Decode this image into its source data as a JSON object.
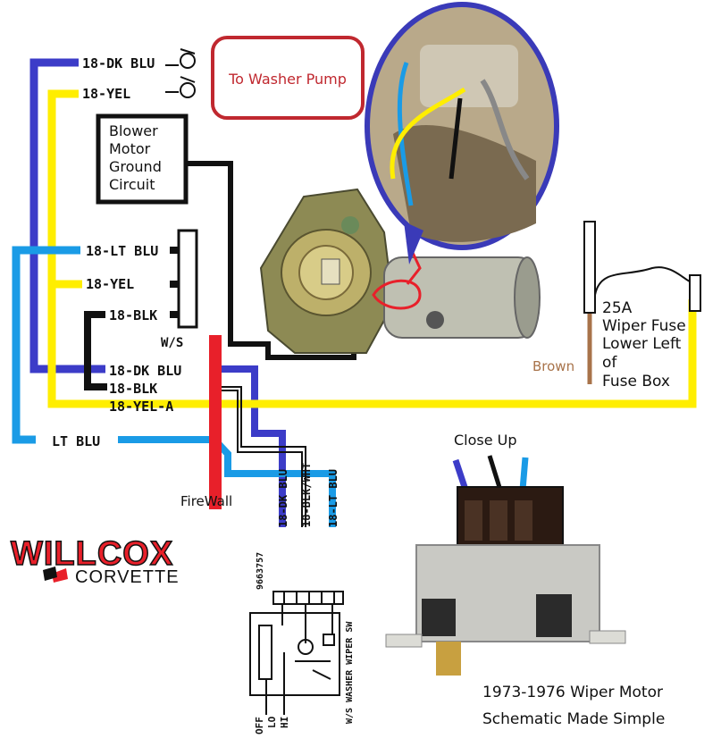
{
  "wires": {
    "top_dk_blu": "18-DK BLU",
    "top_yel": "18-YEL",
    "lt_blu": "18-LT BLU",
    "yel_mid": "18-YEL",
    "blk_mid": "18-BLK",
    "ws": "W/S",
    "dk_blu_lower": "18-DK BLU",
    "blk_lower": "18-BLK",
    "yel_a": "18-YEL-A",
    "lt_blu_bottom": "LT BLU",
    "vert_1": "18-DK BLU",
    "vert_2": "18-BLK/WHT",
    "vert_3": "18-LT BLU",
    "connector_pn": "9663757",
    "switch_label": "W/S WASHER WIPER SW",
    "switch_hi": "HI",
    "switch_lo": "LO",
    "switch_off": "OFF"
  },
  "labels": {
    "washer_pump": "To Washer Pump",
    "blower": "Blower Motor Ground Circuit",
    "blower_lines": [
      "Blower",
      "Motor",
      "Ground",
      "Circuit"
    ],
    "fuse": [
      "25A",
      "Wiper Fuse",
      "Lower Left",
      "of",
      "Fuse Box"
    ],
    "brown": "Brown",
    "firewall": "FireWall",
    "close_up": "Close Up",
    "title_line1": "1973-1976 Wiper Motor",
    "title_line2": "Schematic Made Simple"
  },
  "logo": {
    "brand": "WILLCOX",
    "sub": "CORVETTE"
  },
  "colors": {
    "dk_blue": "#3c3cc8",
    "lt_blue": "#1a9be6",
    "yellow": "#ffee00",
    "black": "#111111",
    "red": "#e8202a",
    "brown": "#a8734a",
    "callout": "#c0282f",
    "circle": "#3a3ab8"
  }
}
